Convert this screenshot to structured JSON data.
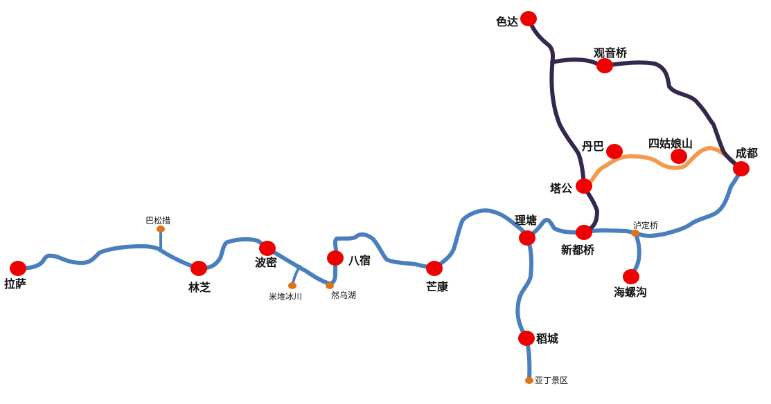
{
  "colors": {
    "main_route": "#4a7fbd",
    "north_route": "#35284f",
    "alt_route": "#f39a4e",
    "city_marker": "#ee0000",
    "spot_marker": "#e07316"
  },
  "cities": {
    "lasa": "拉萨",
    "linzhi": "林芝",
    "bomi": "波密",
    "basu": "八宿",
    "mangkang": "芒康",
    "litang": "理塘",
    "daocheng": "稻城",
    "xinduqiao": "新都桥",
    "hailuogou": "海螺沟",
    "chengdu": "成都",
    "tagong": "塔公",
    "danba": "丹巴",
    "siguniangshan": "四姑娘山",
    "guanyinqiao": "观音桥",
    "seda": "色达"
  },
  "spots": {
    "basongcuo": "巴松措",
    "midui": "米堆冰川",
    "ranwu": "然乌湖",
    "luding": "泸定桥",
    "yading": "亚丁景区"
  }
}
